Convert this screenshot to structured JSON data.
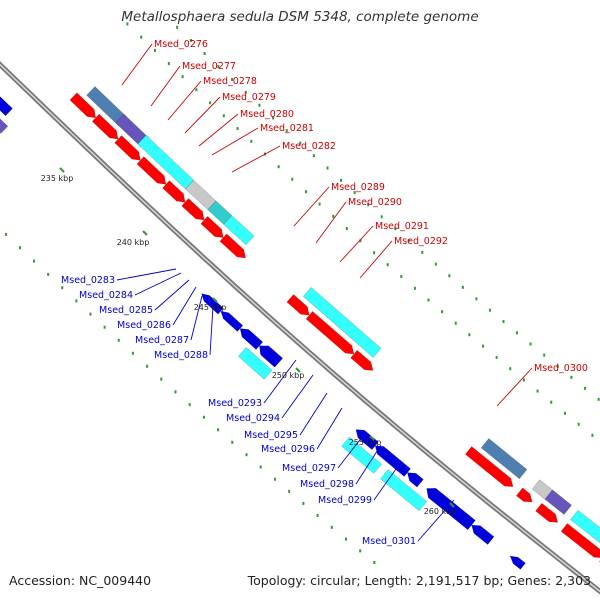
{
  "title": "Metallosphaera sedula DSM 5348, complete genome",
  "footer": {
    "accession": "Accession: NC_009440",
    "summary": "Topology: circular; Length: 2,191,517 bp; Genes: 2,303"
  },
  "colors": {
    "forward_cds": "#ff0000",
    "reverse_cds": "#0000dd",
    "forward_label": "#cc0000",
    "reverse_label": "#0000cc",
    "backbone": "#888888",
    "cyan_bar": "#33ffff",
    "steel_bar": "#4f7fb0",
    "slate_bar": "#6655bb",
    "gray_bar": "#c8c8c8",
    "tick_green": "#339933"
  },
  "scale_ticks": [
    "235 kbp",
    "240 kbp",
    "245 kbp",
    "250 kbp",
    "255 kbp",
    "260 kbp"
  ],
  "forward_genes": [
    "Msed_0276",
    "Msed_0277",
    "Msed_0278",
    "Msed_0279",
    "Msed_0280",
    "Msed_0281",
    "Msed_0282",
    "Msed_0289",
    "Msed_0290",
    "Msed_0291",
    "Msed_0292",
    "Msed_0300"
  ],
  "reverse_genes": [
    "Msed_0283",
    "Msed_0284",
    "Msed_0285",
    "Msed_0286",
    "Msed_0287",
    "Msed_0288",
    "Msed_0293",
    "Msed_0294",
    "Msed_0295",
    "Msed_0296",
    "Msed_0297",
    "Msed_0298",
    "Msed_0299",
    "Msed_0301"
  ]
}
